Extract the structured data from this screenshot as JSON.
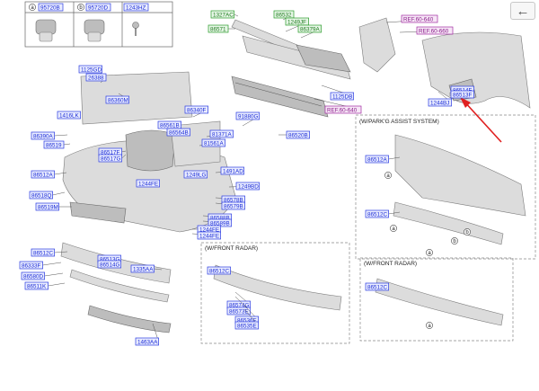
{
  "ui": {
    "back_icon": "←"
  },
  "kit_labels": [
    "95720B",
    "95720D",
    "1243HZ"
  ],
  "kit_letters": [
    "a",
    "b"
  ],
  "part_labels": [
    {
      "text": "1327AC",
      "c": "g"
    },
    {
      "text": "86571",
      "c": "g"
    },
    {
      "text": "86532",
      "c": "g"
    },
    {
      "text": "1249JF",
      "c": "g"
    },
    {
      "text": "86379A",
      "c": "g"
    },
    {
      "text": "REF.60-640",
      "c": "p"
    },
    {
      "text": "REF.60-660",
      "c": "p"
    },
    {
      "text": "1125DB",
      "c": "b"
    },
    {
      "text": "REF.60-640",
      "c": "p"
    },
    {
      "text": "1125GD",
      "c": "b"
    },
    {
      "text": "26388",
      "c": "b"
    },
    {
      "text": "86360M",
      "c": "b"
    },
    {
      "text": "1416LK",
      "c": "b"
    },
    {
      "text": "86390A",
      "c": "b"
    },
    {
      "text": "86519",
      "c": "b"
    },
    {
      "text": "86517F",
      "c": "b"
    },
    {
      "text": "86517G",
      "c": "b"
    },
    {
      "text": "86512A",
      "c": "b"
    },
    {
      "text": "86518Q",
      "c": "b"
    },
    {
      "text": "86519M",
      "c": "b"
    },
    {
      "text": "1244FE",
      "c": "b"
    },
    {
      "text": "86561B",
      "c": "b"
    },
    {
      "text": "86564B",
      "c": "b"
    },
    {
      "text": "86340F",
      "c": "b"
    },
    {
      "text": "81371A",
      "c": "b"
    },
    {
      "text": "81561A",
      "c": "b"
    },
    {
      "text": "91880G",
      "c": "b"
    },
    {
      "text": "86520B",
      "c": "b"
    },
    {
      "text": "1249LG",
      "c": "b"
    },
    {
      "text": "1491AD",
      "c": "b"
    },
    {
      "text": "1249BD",
      "c": "b"
    },
    {
      "text": "86578B",
      "c": "b"
    },
    {
      "text": "86579B",
      "c": "b"
    },
    {
      "text": "86588B",
      "c": "b"
    },
    {
      "text": "86589B",
      "c": "b"
    },
    {
      "text": "1244FE",
      "c": "b"
    },
    {
      "text": "1244FE",
      "c": "b"
    },
    {
      "text": "86512C",
      "c": "b"
    },
    {
      "text": "86333F",
      "c": "b"
    },
    {
      "text": "86580D",
      "c": "b"
    },
    {
      "text": "86511K",
      "c": "b"
    },
    {
      "text": "86513G",
      "c": "b"
    },
    {
      "text": "86514G",
      "c": "b"
    },
    {
      "text": "1335AA",
      "c": "b"
    },
    {
      "text": "1463AA",
      "c": "b"
    },
    {
      "text": "86512C",
      "c": "b"
    },
    {
      "text": "86574G",
      "c": "b"
    },
    {
      "text": "86573E",
      "c": "b"
    },
    {
      "text": "86536E",
      "c": "b"
    },
    {
      "text": "86535E",
      "c": "b"
    },
    {
      "text": "86512A",
      "c": "b"
    },
    {
      "text": "86512C",
      "c": "b"
    },
    {
      "text": "86512C",
      "c": "b"
    },
    {
      "text": "86514F",
      "c": "b"
    },
    {
      "text": "86513F",
      "c": "b"
    },
    {
      "text": "1244BJ",
      "c": "b"
    }
  ],
  "variant_titles": {
    "front_radar_1": "(W/FRONT RADAR)",
    "parking_assist": "(W/PARK'G ASSIST SYSTEM)",
    "front_radar_2": "(W/FRONT RADAR)"
  },
  "callout_letters": [
    "a",
    "b",
    "a",
    "b",
    "a",
    "a"
  ],
  "arrow_color": "#e02020"
}
